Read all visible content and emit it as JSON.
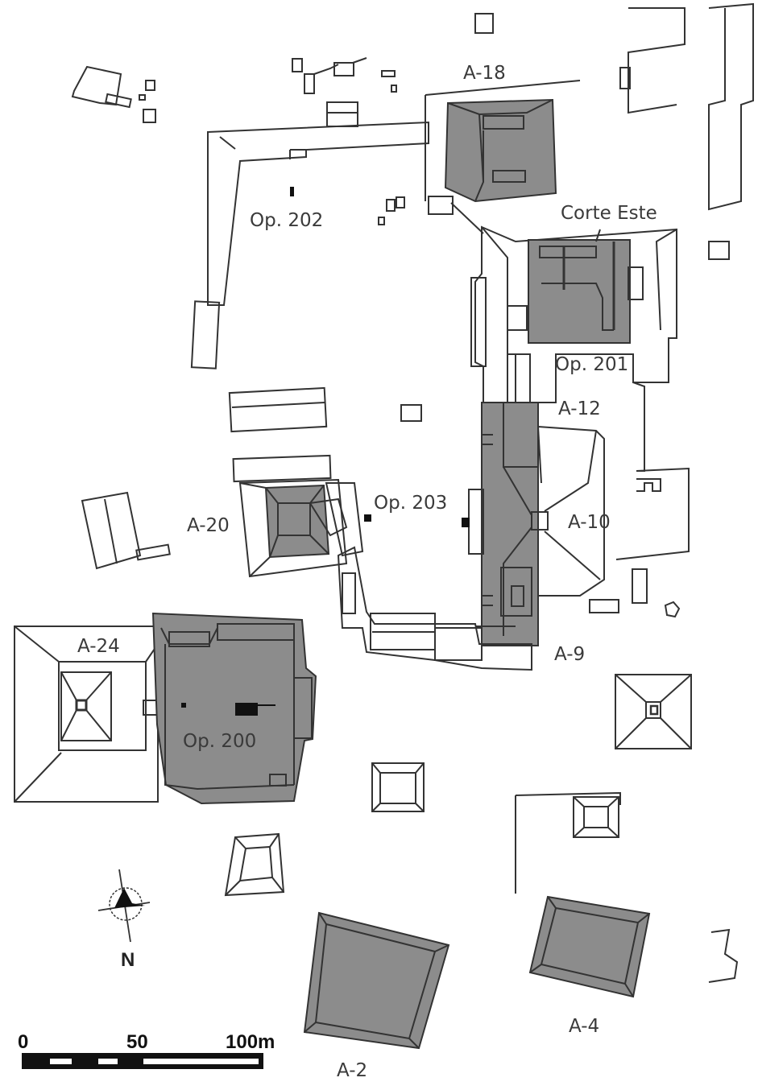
{
  "map": {
    "title": "",
    "structures": [
      {
        "id": "A-18",
        "label": "A-18",
        "excavated": true
      },
      {
        "id": "A-12",
        "label": "A-12",
        "excavated": false
      },
      {
        "id": "A-10",
        "label": "A-10",
        "excavated": true
      },
      {
        "id": "A-9",
        "label": "A-9",
        "excavated": true
      },
      {
        "id": "A-20",
        "label": "A-20",
        "excavated": true
      },
      {
        "id": "A-24",
        "label": "A-24",
        "excavated": false
      },
      {
        "id": "A-2",
        "label": "A-2",
        "excavated": true
      },
      {
        "id": "A-4",
        "label": "A-4",
        "excavated": true
      }
    ],
    "operations": [
      {
        "id": "Op. 200",
        "label": "Op. 200"
      },
      {
        "id": "Op. 201",
        "label": "Op. 201"
      },
      {
        "id": "Op. 202",
        "label": "Op. 202"
      },
      {
        "id": "Op. 203",
        "label": "Op. 203"
      }
    ],
    "annotations": {
      "corte_este": "Corte Este"
    },
    "north_arrow": {
      "label": "N",
      "icon": "north-arrow-compass-icon"
    },
    "scale_bar": {
      "ticks": [
        "0",
        "50",
        "100m"
      ],
      "unit": "m",
      "length": 100
    },
    "colors": {
      "excavated_fill": "#8c8c8c",
      "outline": "#333333",
      "background": "#ffffff"
    }
  }
}
